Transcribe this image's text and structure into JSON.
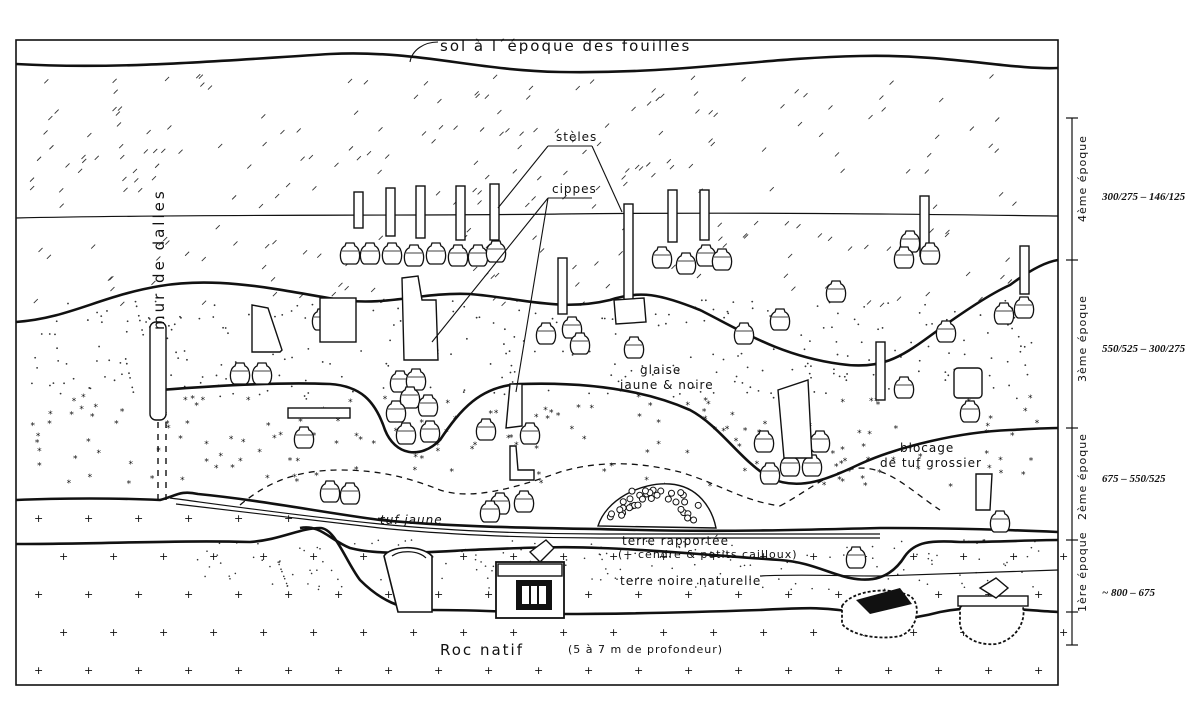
{
  "labels": {
    "surface": "sol à l´époque des fouilles",
    "wall": "mur  de  dalles",
    "steles": "stèles",
    "cippes": "cippes",
    "glaise_line1": "glaise",
    "glaise_line2": "jaune & noire",
    "blocage_line1": "blocage",
    "blocage_line2": "de tuf grossier",
    "tuf_jaune": "tuf jaune",
    "terre_rapportee_line1": "terre rapportée",
    "terre_rapportee_line2": "(+ cendre & petits cailloux)",
    "terre_noire": "terre noire naturelle",
    "roc_natif": "Roc  natif",
    "roc_depth": "(5 à 7 m  de profondeur)"
  },
  "periods": [
    {
      "name": "4ème époque",
      "dates": "300/275 – 146/125"
    },
    {
      "name": "3ème époque",
      "dates": "550/525 – 300/275"
    },
    {
      "name": "2ème époque",
      "dates": "675 – 550/525"
    },
    {
      "name": "1ère époque",
      "dates": "~ 800 – 675"
    }
  ],
  "colors": {
    "ink": "#111111",
    "paper": "#ffffff"
  }
}
